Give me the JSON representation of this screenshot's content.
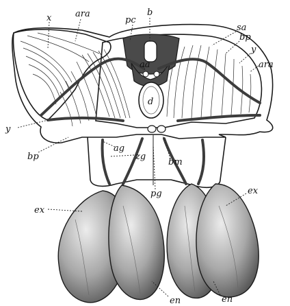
{
  "figure": {
    "labels": {
      "x": "x",
      "ara_top": "ara",
      "pc": "pc",
      "b": "b",
      "sa": "sa",
      "bp_right": "bp",
      "y_right": "y",
      "ara_right": "ara",
      "aa": "aa",
      "d": "d",
      "y_left": "y",
      "bp_left": "bp",
      "ag": "ag",
      "zg": "zg",
      "bm": "bm",
      "pg": "pg",
      "ex_left": "ex",
      "ex_right": "ex",
      "en_left": "en",
      "en_right": "en"
    },
    "colors": {
      "ink": "#1a1a1a",
      "dark_tissue": "#4a4a4a",
      "gill_light": "#e6e6e6",
      "gill_dark": "#6a6a6a"
    }
  }
}
